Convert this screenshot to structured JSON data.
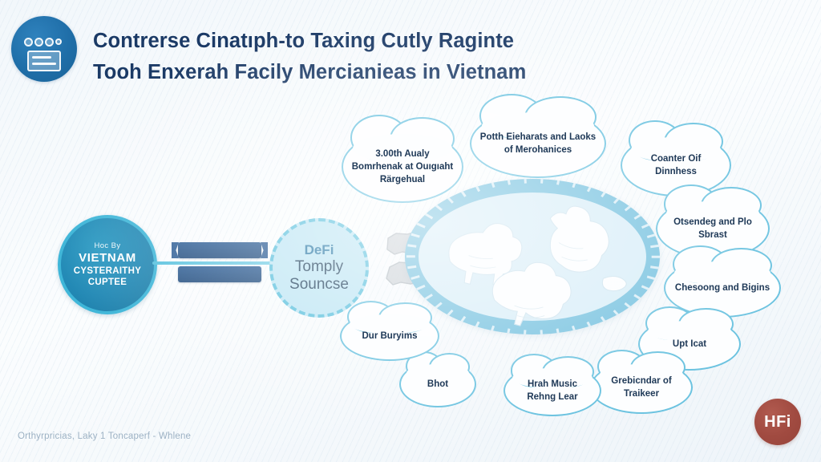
{
  "header": {
    "icon_name": "coins-and-document-icon",
    "title_line1": "Contrerse Cinatıph-to Taxing Cutly Raginte",
    "title_line2": "Tooh Enxerah Facily Mercianieas in Vietnam"
  },
  "left_node": {
    "line1": "Hoc By",
    "line2": "VIETNAM",
    "line3": "CYSTERAITHY",
    "line4": "CUPTEE"
  },
  "connector": {
    "ribbon_top_label": "",
    "ribbon_bottom_label": ""
  },
  "defi_node": {
    "line1": "DeFi",
    "line2": "Tomply",
    "line3": "Souncse"
  },
  "center": {
    "label": "animal-illustration-ellipse"
  },
  "clouds": [
    {
      "id": "cloud-audit",
      "text": "3.00th Aualy Bomrhenak at Ouıgıaht Rärgehual"
    },
    {
      "id": "cloud-merchants",
      "text": "Potth Eieharats and Laoks of Merohanices"
    },
    {
      "id": "cloud-counter",
      "text": "Coanter Oif Dinnhess"
    },
    {
      "id": "cloud-otsendeg",
      "text": "Otsendeg and Plo Sbrast"
    },
    {
      "id": "cloud-chesoong",
      "text": "Chesoong and Bigins"
    },
    {
      "id": "cloud-upticat",
      "text": "Upt Icat"
    },
    {
      "id": "cloud-grebicndar",
      "text": "Grebicndar of Traikeer"
    },
    {
      "id": "cloud-hrahmusic",
      "text": "Hrah Music Rehng Lear"
    },
    {
      "id": "cloud-bhot",
      "text": "Bhot"
    },
    {
      "id": "cloud-durburyims",
      "text": "Dur Buryims"
    }
  ],
  "footer": {
    "note": "Orthyrpricias, Laky 1 Toncaperf - Whlene",
    "logo_text": "HFi"
  },
  "colors": {
    "background": "#f7fafc",
    "title": "#1b3a66",
    "node_teal": "#2389b5",
    "node_ring": "#3fb6d8",
    "defi_fill": "#bfe6f4",
    "defi_border": "#5fc2de",
    "ellipse_ring": "#79c3e0",
    "ellipse_fill": "#d9eef8",
    "ribbon": "#2f5f96",
    "cloud_border": "#6cc3e0",
    "logo": "#a04a40"
  }
}
